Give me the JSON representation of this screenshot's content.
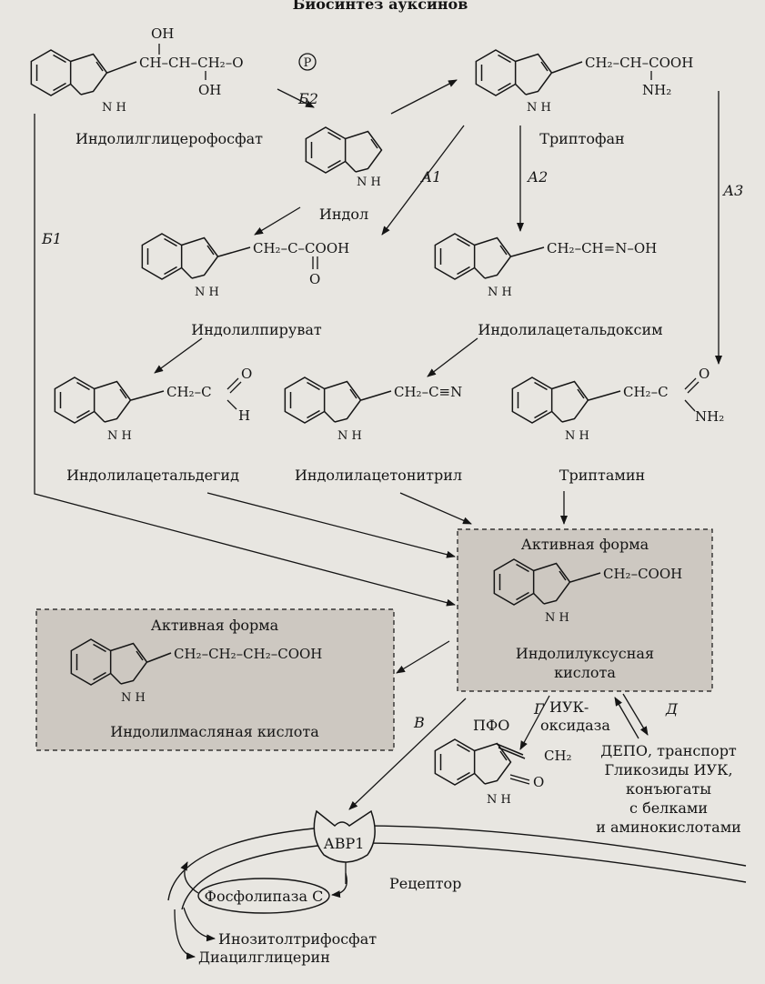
{
  "header_text": "Биосинтез ауксинов",
  "colors": {
    "page": "#e8e6e1",
    "ink": "#151515",
    "active_box_fill": "#cdc8c1"
  },
  "compounds": {
    "igp": {
      "name": "Индолилглицерофосфат",
      "chain": "CH–CH–CH₂–O",
      "oh_top": "OH",
      "oh_bottom": "OH",
      "phosphate": "P",
      "nh": "N H"
    },
    "indole": {
      "name": "Индол",
      "nh": "N H"
    },
    "tryptophan": {
      "name": "Триптофан",
      "chain": "CH₂–CH–COOH",
      "nh2": "NH₂",
      "nh": "N H"
    },
    "indolylpyruvate": {
      "name": "Индолилпируват",
      "chain": "CH₂–C–COOH",
      "o": "O",
      "nh": "N H"
    },
    "indolylacetaldoxime": {
      "name": "Индолилацетальдоксим",
      "chain": "CH₂–CH=N–OH",
      "nh": "N H"
    },
    "indolylacetaldehyde": {
      "name": "Индолилацетальдегид",
      "chain": "CH₂–C",
      "o": "O",
      "h": "H",
      "nh": "N H"
    },
    "indolylacetonitrile": {
      "name": "Индолилацетонитрил",
      "chain": "CH₂–C≡N",
      "nh": "N H"
    },
    "tryptamine": {
      "name": "Триптамин",
      "chain": "CH₂–C",
      "o": "O",
      "nh2": "NH₂",
      "nh": "N H"
    },
    "iaa": {
      "active_label": "Активная форма",
      "chain": "CH₂–COOH",
      "name_line1": "Индолилуксусная",
      "name_line2": "кислота",
      "nh": "N H"
    },
    "iba": {
      "active_label": "Активная форма",
      "chain": "CH₂–CH₂–CH₂–COOH",
      "name": "Индолилмасляная кислота",
      "nh": "N H"
    },
    "oxindole": {
      "chain": "CH₂",
      "o": "O",
      "nh": "N H"
    }
  },
  "pathway_labels": {
    "a1": "А1",
    "a2": "А2",
    "a3": "А3",
    "b1": "Б1",
    "b2": "Б2",
    "v": "В",
    "g": "Г",
    "d": "Д"
  },
  "oxidation": {
    "pfo": "ПФО",
    "iaa_oxidase_line1": "ИУК-",
    "iaa_oxidase_line2": "оксидаза"
  },
  "depot": {
    "line1": "ДЕПО, транспорт",
    "line2": "Гликозиды ИУК,",
    "line3": "конъюгаты",
    "line4": "с белками",
    "line5": "и аминокислотами"
  },
  "receptor": {
    "abp": "АВР1",
    "label": "Рецептор",
    "plc": "Фосфолипаза С",
    "ip3": "Инозитолтрифосфат",
    "dag": "Диацилглицерин"
  }
}
